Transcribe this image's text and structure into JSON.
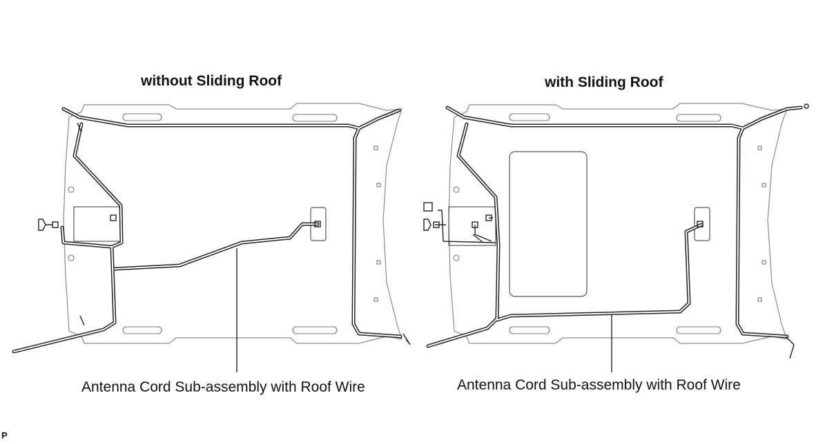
{
  "diagrams": [
    {
      "title": "without Sliding Roof",
      "callout": "Antenna Cord Sub-assembly with Roof Wire"
    },
    {
      "title": "with Sliding Roof",
      "callout": "Antenna Cord Sub-assembly with Roof Wire"
    }
  ],
  "corner_mark": "P",
  "colors": {
    "outline": "#8a8a8a",
    "cord": "#222222"
  }
}
